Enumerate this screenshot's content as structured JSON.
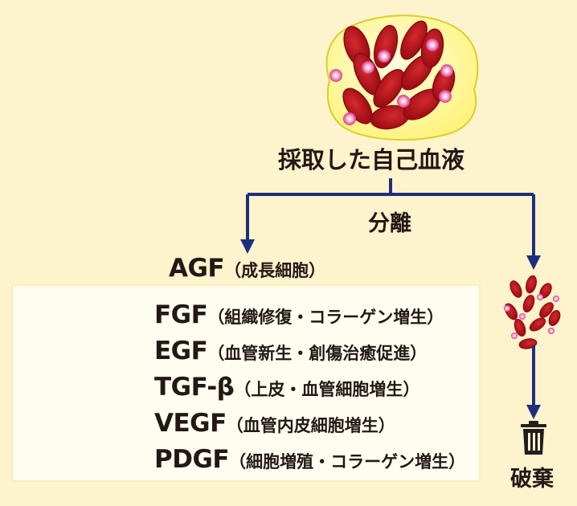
{
  "source": {
    "label": "採取した自己血液"
  },
  "separation": {
    "label": "分離"
  },
  "agf": {
    "name": "AGF",
    "role": "（成長細胞）"
  },
  "growth_factors": [
    {
      "name": "FGF",
      "role": "（組織修復・コラーゲン増生）"
    },
    {
      "name": "EGF",
      "role": "（血管新生・創傷治癒促進）"
    },
    {
      "name": "TGF-β",
      "role": "（上皮・血管細胞増生）"
    },
    {
      "name": "VEGF",
      "role": "（血管内皮細胞増生）"
    },
    {
      "name": "PDGF",
      "role": "（細胞増殖・コラーゲン増生）"
    }
  ],
  "discard": {
    "label": "破棄",
    "icon": "trash-can-icon"
  },
  "colors": {
    "background": "#fdf3cc",
    "plasma_fill": "#fff79a",
    "plasma_outline": "#d9cf2a",
    "red_cell": "#c0161e",
    "red_cell_dark": "#8c0a10",
    "platelet": "#e86aa8",
    "arrow": "#1d2f7c",
    "text": "#231815"
  }
}
